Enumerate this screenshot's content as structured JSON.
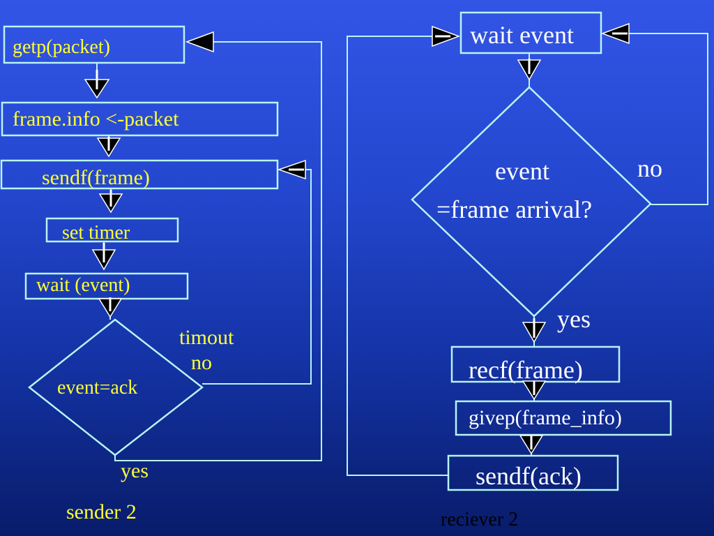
{
  "sender": {
    "getp": "getp(packet)",
    "frame_info": "frame.info <-packet",
    "sendf": "sendf(frame)",
    "set_timer": "set timer",
    "wait": "wait (event)",
    "decision": "event=ack",
    "timeout": "timout",
    "no": "no",
    "yes": "yes",
    "caption": "sender 2"
  },
  "receiver": {
    "wait": "wait event",
    "decision_line1": "event",
    "decision_line2": "=frame arrival?",
    "no": "no",
    "yes": "yes",
    "recf": "recf(frame)",
    "givep": "givep(frame_info)",
    "sendf": "sendf(ack)",
    "caption": "reciever 2"
  },
  "colors": {
    "sender_text": "#ffff33",
    "receiver_text": "#ffffff",
    "outline": "#b8f4f4",
    "caption_receiver": "#000000"
  }
}
